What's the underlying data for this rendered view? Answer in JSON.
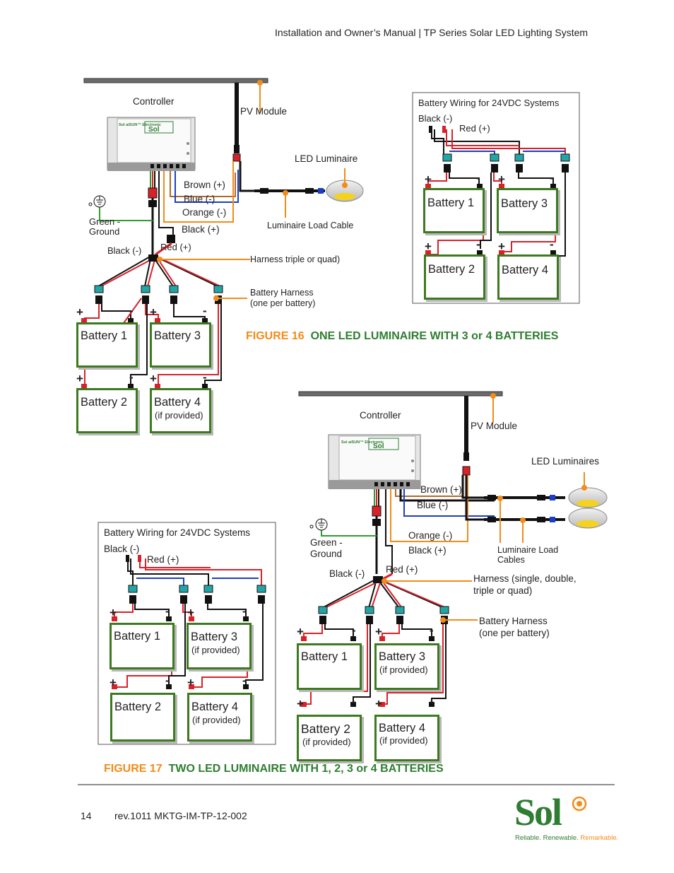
{
  "header": {
    "title": "Installation and Owner’s Manual  |  TP Series Solar LED Lighting System"
  },
  "figure16": {
    "caption_num": "FIGURE 16",
    "caption_text": "ONE LED LUMINAIRE WITH 3 or 4 BATTERIES",
    "labels": {
      "controller": "Controller",
      "pv_module": "PV Module",
      "led_luminaire": "LED Luminaire",
      "brown": "Brown (+)",
      "blue": "Blue (-)",
      "orange": "Orange (-)",
      "black_plus": "Black (+)",
      "green_ground_1": "Green -",
      "green_ground_2": "Ground",
      "black_minus": "Black (-)",
      "red_plus": "Red (+)",
      "load_cable": "Luminaire Load Cable",
      "harness": "Harness triple or quad)",
      "battery_harness_1": "Battery Harness",
      "battery_harness_2": "(one per battery)"
    },
    "batteries": [
      "Battery 1",
      "Battery 3",
      "Battery 2",
      "Battery 4"
    ],
    "battery4_note": "(if provided)",
    "inset": {
      "title": "Battery Wiring for 24VDC Systems",
      "black_minus": "Black (-)",
      "red_plus": "Red (+)",
      "batteries": [
        "Battery 1",
        "Battery 3",
        "Battery 2",
        "Battery 4"
      ]
    }
  },
  "figure17": {
    "caption_num": "FIGURE 17",
    "caption_text": "TWO LED LUMINAIRE WITH 1, 2, 3 or 4 BATTERIES",
    "labels": {
      "controller": "Controller",
      "pv_module": "PV Module",
      "led_luminaires": "LED Luminaires",
      "brown": "Brown (+)",
      "blue": "Blue (-)",
      "orange": "Orange (-)",
      "black_plus": "Black (+)",
      "green_ground_1": "Green -",
      "green_ground_2": "Ground",
      "black_minus": "Black (-)",
      "red_plus": "Red (+)",
      "load_cables_1": "Luminaire Load",
      "load_cables_2": "Cables",
      "harness_1": "Harness (single, double,",
      "harness_2": "triple or quad)",
      "battery_harness_1": "Battery Harness",
      "battery_harness_2": "(one per battery)"
    },
    "batteries": [
      "Battery 1",
      "Battery 3",
      "Battery 2",
      "Battery 4"
    ],
    "if_provided": "(if provided)",
    "inset": {
      "title": "Battery Wiring for 24VDC Systems",
      "black_minus": "Black (-)",
      "red_plus": "Red (+)",
      "batteries": [
        "Battery 1",
        "Battery 3",
        "Battery 2",
        "Battery 4"
      ],
      "if_provided": "(if provided)"
    }
  },
  "controller_text": {
    "brand": "Sol aiSUN™ Electronic",
    "logo": "Sol"
  },
  "signs": {
    "plus": "+",
    "minus": "-"
  },
  "footer": {
    "page_number": "14",
    "revision": "rev.1011 MKTG-IM-TP-12-002",
    "logo_text": "Sol",
    "tagline_1": "Reliable. Renewable. ",
    "tagline_2": "Remarkable."
  },
  "colors": {
    "green": "#3d7a1f",
    "orange": "#f28c1a",
    "red": "#d8222a",
    "blue": "#1b3fc4",
    "black": "#231f20"
  }
}
